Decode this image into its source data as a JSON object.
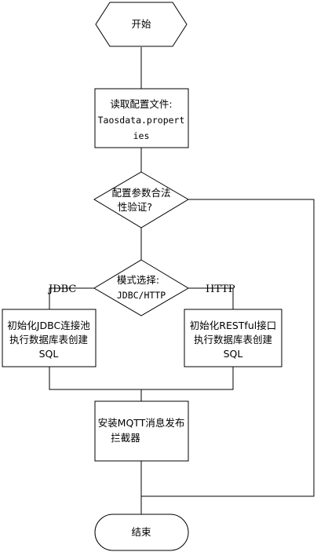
{
  "nodes": {
    "start": {
      "text": "开始"
    },
    "read_config": {
      "line1": "读取配置文件:",
      "line2": "Taosdata.propert",
      "line3": "ies"
    },
    "validate": {
      "line1": "配置参数合法",
      "line2": "性验证?"
    },
    "mode_select": {
      "line1": "模式选择:",
      "line2": "JDBC/HTTP"
    },
    "jdbc_init": {
      "line1": "初始化JDBC连接池",
      "line2": "执行数据库表创建",
      "line3": "SQL"
    },
    "restful_init": {
      "line1": "初始化RESTful接口",
      "line2": "执行数据库表创建",
      "line3": "SQL"
    },
    "install_mqtt": {
      "line1": "安装MQTT消息发布",
      "line2": "拦截器"
    },
    "end": {
      "text": "结束"
    }
  },
  "edge_labels": {
    "jdbc": "JDBC",
    "http": "HTTP"
  }
}
